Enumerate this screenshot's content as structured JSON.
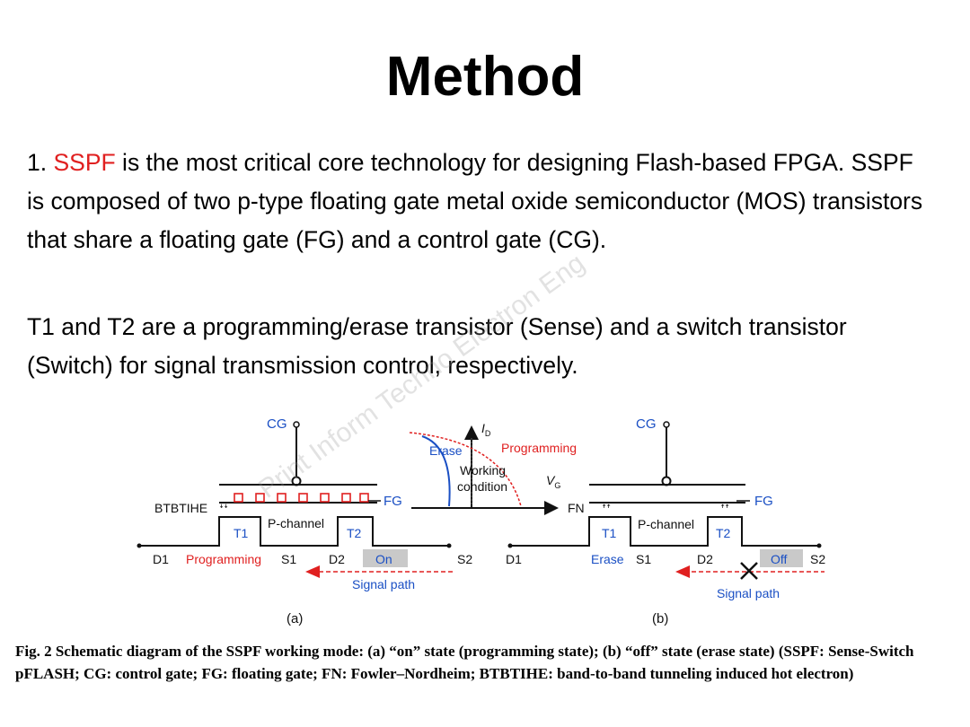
{
  "slide": {
    "title": "Method",
    "para1": {
      "number": "1. ",
      "highlight": "SSPF",
      "rest": " is the most critical core technology for designing Flash-based FPGA. SSPF is composed of two p-type floating gate metal oxide semiconductor (MOS) transistors that share a floating gate (FG) and a control gate (CG)."
    },
    "para2": "T1 and T2 are a programming/erase transistor (Sense) and a switch transistor (Switch) for signal transmission control, respectively.",
    "watermark": "Print Inform Techno Electron Eng",
    "caption": "Fig. 2  Schematic diagram of the SSPF working mode: (a) “on” state (programming state); (b) “off” state (erase state) (SSPF: Sense-Switch pFLASH; CG: control gate; FG: floating gate; FN: Fowler–Nordheim; BTBTIHE: band-to-band tunneling induced hot electron)"
  },
  "diagram": {
    "colors": {
      "blue": "#1a4fc4",
      "red": "#e02020",
      "black": "#111111",
      "gray": "#c9c9c9"
    },
    "a": {
      "cg": "CG",
      "fg": "FG",
      "btbtihe": "BTBTIHE",
      "pchannel": "P-channel",
      "t1": "T1",
      "t2": "T2",
      "d1": "D1",
      "s1": "S1",
      "d2": "D2",
      "s2": "S2",
      "mode": "Programming",
      "state": "On",
      "signal": "Signal path",
      "sub": "(a)"
    },
    "b": {
      "cg": "CG",
      "fg": "FG",
      "fn": "FN",
      "pchannel": "P-channel",
      "t1": "T1",
      "t2": "T2",
      "d1": "D1",
      "s1": "S1",
      "d2": "D2",
      "s2": "S2",
      "mode": "Erase",
      "state": "Off",
      "signal": "Signal path",
      "sub": "(b)"
    },
    "graph": {
      "ylabel": "I",
      "ysub": "D",
      "xlabel": "V",
      "xsub": "G",
      "erase": "Erase",
      "programming": "Programming",
      "working1": "Working",
      "working2": "condition"
    }
  }
}
